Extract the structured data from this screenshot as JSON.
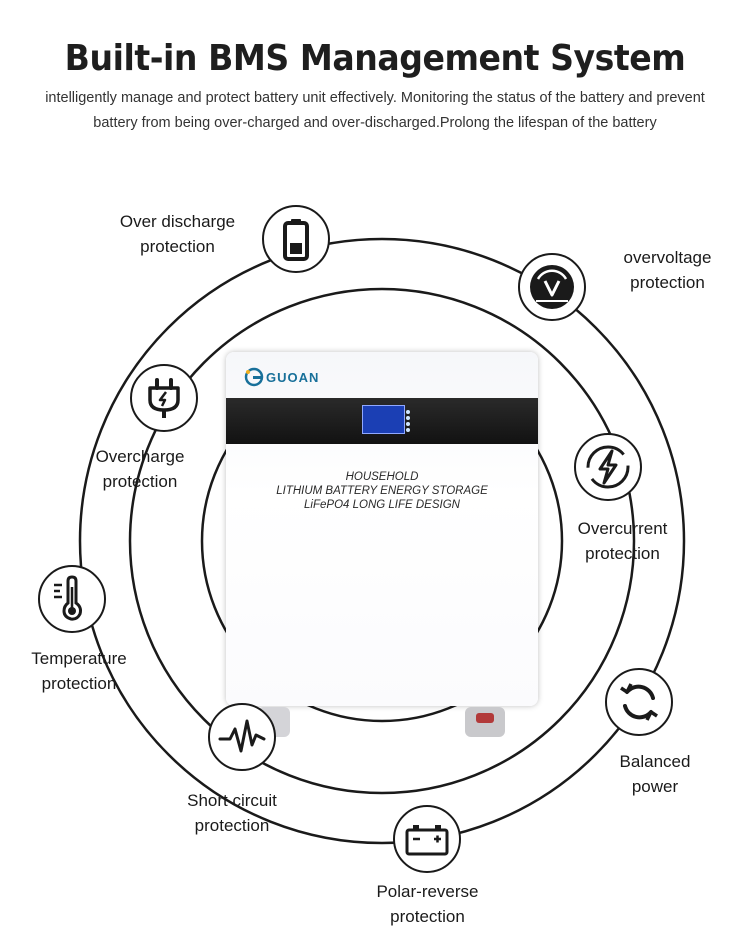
{
  "header": {
    "title": "Built-in BMS Management System",
    "subtitle": "intelligently manage and protect battery unit effectively. Monitoring the status of the battery and prevent battery from being over-charged and over-discharged.Prolong the lifespan of the battery"
  },
  "device": {
    "brand": "GUOAN",
    "panel_text": [
      "HOUSEHOLD",
      "LITHIUM BATTERY ENERGY STORAGE",
      "LiFePO4 LONG LIFE DESIGN"
    ]
  },
  "features": [
    {
      "icon": "battery-low-icon",
      "lines": [
        "Over discharge",
        "protection"
      ]
    },
    {
      "icon": "overvoltage-icon",
      "lines": [
        "overvoltage",
        "protection"
      ]
    },
    {
      "icon": "plug-lightning-icon",
      "lines": [
        "Overcharge",
        "protection"
      ]
    },
    {
      "icon": "lightning-circle-icon",
      "lines": [
        "Overcurrent",
        "protection"
      ]
    },
    {
      "icon": "thermometer-icon",
      "lines": [
        "Temperature",
        "protection"
      ]
    },
    {
      "icon": "refresh-cycle-icon",
      "lines": [
        "Balanced",
        "power"
      ]
    },
    {
      "icon": "pulse-wave-icon",
      "lines": [
        "Short circuit",
        "protection"
      ]
    },
    {
      "icon": "car-battery-icon",
      "lines": [
        "Polar-reverse",
        "protection"
      ]
    }
  ]
}
